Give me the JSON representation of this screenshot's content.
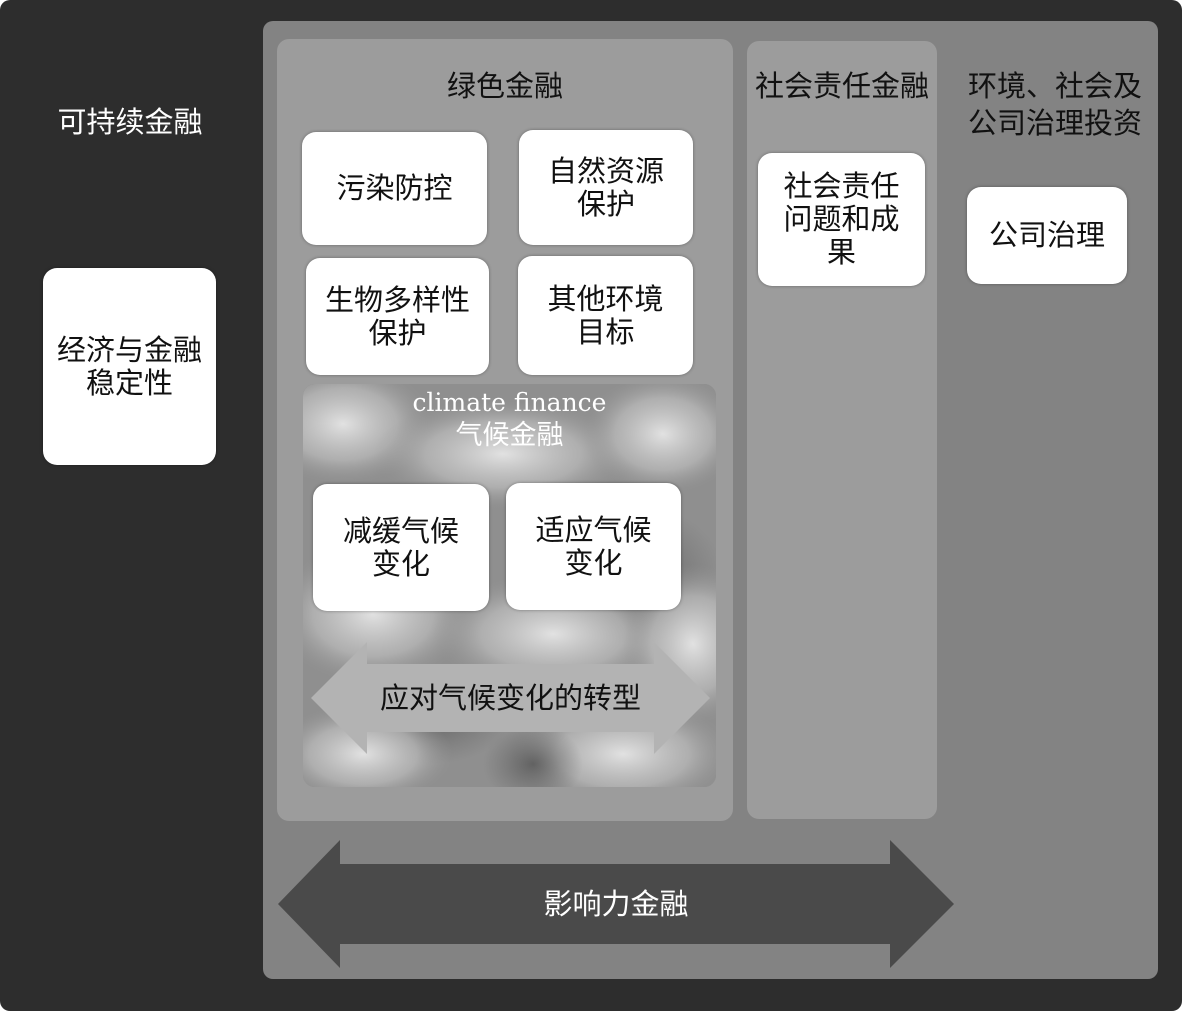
{
  "sustainable_finance": {
    "title": "可持续金融",
    "econ_stability": "经济与金融稳定性"
  },
  "green_finance": {
    "title": "绿色金融",
    "items": [
      {
        "label": "污染防控"
      },
      {
        "label": "自然资源保护"
      },
      {
        "label": "生物多样性保护"
      },
      {
        "label": "其他环境目标"
      }
    ]
  },
  "climate_finance": {
    "title_en": "climate finance",
    "title_zh": "气候金融",
    "items": [
      {
        "label": "减缓气候变化"
      },
      {
        "label": "适应气候变化"
      }
    ],
    "transition": "应对气候变化的转型"
  },
  "social_finance": {
    "title": "社会责任金融",
    "item": "社会责任问题和成果"
  },
  "esg": {
    "title": "环境、社会及公司治理投资",
    "item": "公司治理"
  },
  "impact_finance": {
    "label": "影响力金融"
  },
  "colors": {
    "outer_frame": "#2d2d2d",
    "esg_panel": "#838383",
    "inner_panels": "#9c9c9c",
    "box": "#ffffff",
    "impact_arrow": "#4a4a4a",
    "transition_arrow": "#b3b3b3"
  }
}
